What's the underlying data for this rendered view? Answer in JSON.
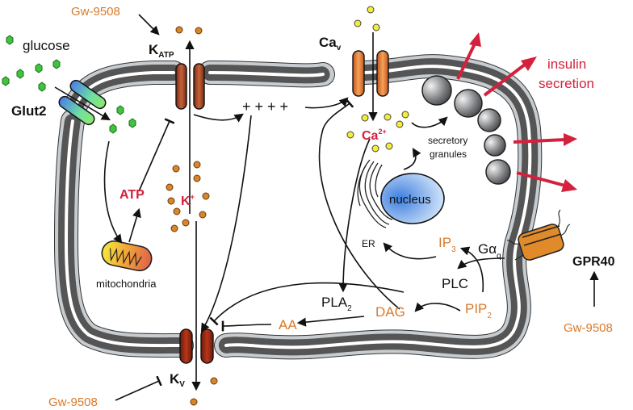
{
  "diagram": {
    "title": "GPR40 / Gw-9508 insulin secretion pathway in beta cell",
    "colors": {
      "drug": "#d97a2b",
      "ion_label": "#d4213d",
      "secretion": "#d4213d",
      "glucose": "#3fc43f",
      "calcium": "#f2ee3a",
      "potassium": "#d9862b",
      "membrane_head": "#c7ccd0",
      "katp_channel": "#a0401f",
      "cav_channel": "#e57a28",
      "kv_channel": "#9a2a14",
      "gpr40": "#e08a2a",
      "nucleus": "#6aa9e8"
    },
    "labels": {
      "glucose": "glucose",
      "glut2": "Glut2",
      "drug_top": "Gw-9508",
      "katp_main": "K",
      "katp_sub": "ATP",
      "cav_main": "Ca",
      "cav_sub": "v",
      "plus_charges": "+ + + +",
      "ca_ion_main": "Ca",
      "ca_ion_sup": "2+",
      "insulin_line1": "insulin",
      "insulin_line2": "secretion",
      "secretory_line1": "secretory",
      "secretory_line2": "granules",
      "atp": "ATP",
      "k_ion_main": "K",
      "k_ion_sup": "+",
      "mitochondria": "mitochondria",
      "nucleus": "nucleus",
      "er": "ER",
      "ip3_main": "IP",
      "ip3_sub": "3",
      "galpha": "Gα",
      "galpha_sub": "q",
      "gpr40": "GPR40",
      "plc": "PLC",
      "pla2_main": "PLA",
      "pla2_sub": "2",
      "dag": "DAG",
      "pip2_main": "PIP",
      "pip2_sub": "2",
      "aa": "AA",
      "drug_right": "Gw-9508",
      "kv_main": "K",
      "kv_sub": "V",
      "drug_bottom": "Gw-9508"
    }
  }
}
